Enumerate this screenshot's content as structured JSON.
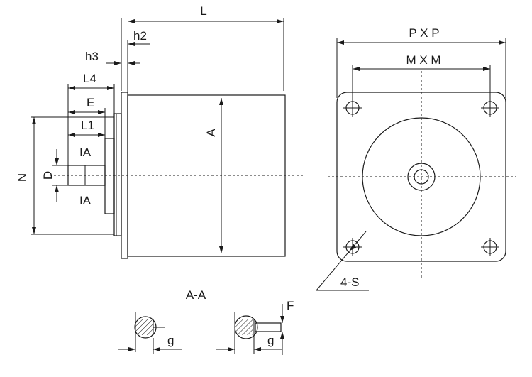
{
  "labels": {
    "L": "L",
    "h2": "h2",
    "h3": "h3",
    "L4": "L4",
    "E": "E",
    "L1": "L1",
    "IA_top": "IA",
    "IA_bottom": "IA",
    "N": "N",
    "D": "D",
    "A": "A",
    "PxP": "P X P",
    "MxM": "M X M",
    "holes": "4-S",
    "section": "A-A",
    "F": "F",
    "g_left": "g",
    "g_right": "g"
  }
}
